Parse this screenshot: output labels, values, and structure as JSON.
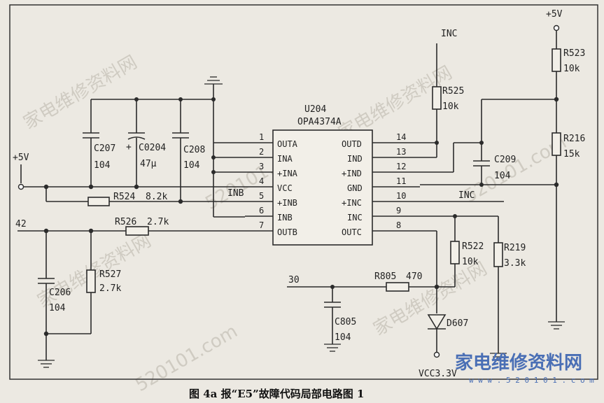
{
  "ic": {
    "ref": "U204",
    "part": "OPA4374A",
    "left_pins": [
      {
        "num": "1",
        "name": "OUTA"
      },
      {
        "num": "2",
        "name": "INA"
      },
      {
        "num": "3",
        "name": "+INA"
      },
      {
        "num": "4",
        "name": "VCC"
      },
      {
        "num": "5",
        "name": "+INB"
      },
      {
        "num": "6",
        "name": "INB"
      },
      {
        "num": "7",
        "name": "OUTB"
      }
    ],
    "right_pins": [
      {
        "num": "14",
        "name": "OUTD"
      },
      {
        "num": "13",
        "name": "IND"
      },
      {
        "num": "12",
        "name": "+IND"
      },
      {
        "num": "11",
        "name": "GND"
      },
      {
        "num": "10",
        "name": "+INC"
      },
      {
        "num": "9",
        "name": "INC"
      },
      {
        "num": "8",
        "name": "OUTC"
      }
    ]
  },
  "components": {
    "c207": {
      "ref": "C207",
      "value": "104"
    },
    "c0204": {
      "ref": "C0204",
      "value": "47μ",
      "polarity": "+"
    },
    "c208": {
      "ref": "C208",
      "value": "104"
    },
    "c209": {
      "ref": "C209",
      "value": "104"
    },
    "c206": {
      "ref": "C206",
      "value": "104"
    },
    "c805": {
      "ref": "C805",
      "value": "104"
    },
    "r524": {
      "ref": "R524",
      "value": "8.2k"
    },
    "r526": {
      "ref": "R526",
      "value": "2.7k"
    },
    "r527": {
      "ref": "R527",
      "value": "2.7k"
    },
    "r525": {
      "ref": "R525",
      "value": "10k"
    },
    "r523": {
      "ref": "R523",
      "value": "10k"
    },
    "r216": {
      "ref": "R216",
      "value": "15k"
    },
    "r522": {
      "ref": "R522",
      "value": "10k"
    },
    "r219": {
      "ref": "R219",
      "value": "3.3k"
    },
    "r805": {
      "ref": "R805",
      "value": "470"
    },
    "d607": {
      "ref": "D607"
    }
  },
  "nets": {
    "plus5v_left": "+5V",
    "plus5v_right": "+5V",
    "inc_top": "INC",
    "inc_mid": "INC",
    "inb": "INB",
    "n42": "42",
    "n30": "30",
    "vcc33": "VCC3.3V"
  },
  "caption": "图 4a 报“E5”故障代码局部电路图 1",
  "watermark": {
    "text_cn": "家电维修资料网",
    "text_num": "520101.com",
    "logo_cn": "家电维修资料网",
    "logo_url": "w w w . 5 2 0 1 0 1 . c o m"
  }
}
